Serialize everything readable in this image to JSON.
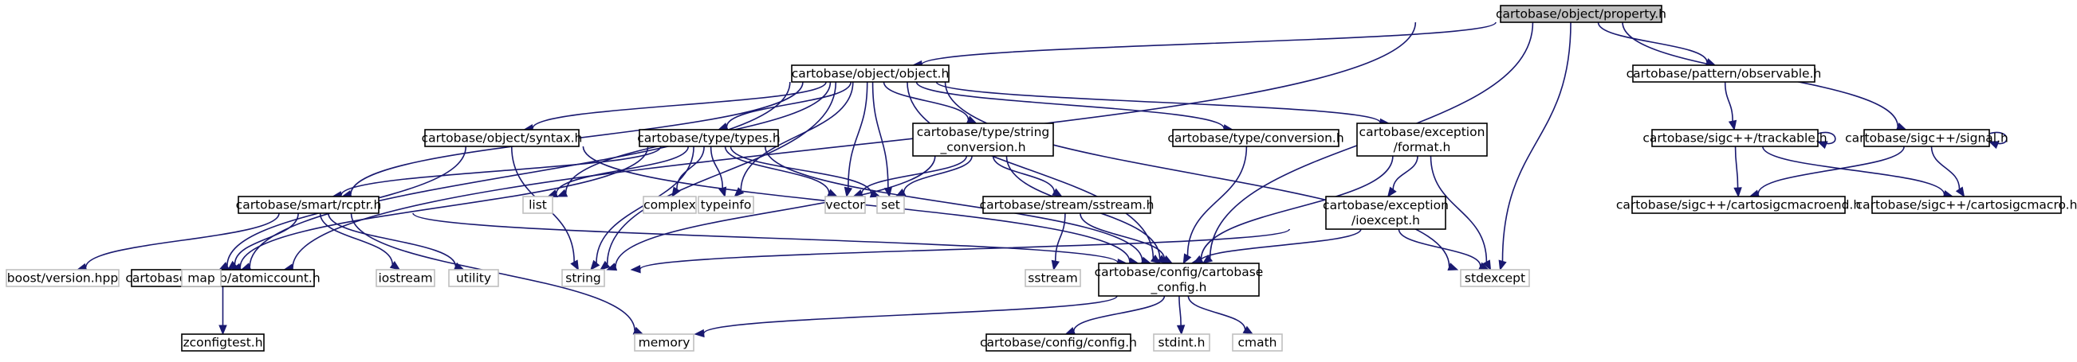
{
  "diagram": {
    "nodes": [
      {
        "id": "property",
        "lines": [
          "cartobase/object/property.h"
        ],
        "style": "root"
      },
      {
        "id": "object",
        "lines": [
          "cartobase/object/object.h"
        ],
        "style": "local"
      },
      {
        "id": "observable",
        "lines": [
          "cartobase/pattern/observable.h"
        ],
        "style": "local"
      },
      {
        "id": "trackable",
        "lines": [
          "cartobase/sigc++/trackable.h"
        ],
        "style": "local"
      },
      {
        "id": "signal",
        "lines": [
          "cartobase/sigc++/signal.h"
        ],
        "style": "local"
      },
      {
        "id": "macroend",
        "lines": [
          "cartobase/sigc++/cartosigcmacroend.h"
        ],
        "style": "local"
      },
      {
        "id": "macro",
        "lines": [
          "cartobase/sigc++/cartosigcmacro.h"
        ],
        "style": "local"
      },
      {
        "id": "syntax",
        "lines": [
          "cartobase/object/syntax.h"
        ],
        "style": "local"
      },
      {
        "id": "types",
        "lines": [
          "cartobase/type/types.h"
        ],
        "style": "local"
      },
      {
        "id": "strconv",
        "lines": [
          "cartobase/type/string",
          "_conversion.h"
        ],
        "style": "local"
      },
      {
        "id": "conversion",
        "lines": [
          "cartobase/type/conversion.h"
        ],
        "style": "local"
      },
      {
        "id": "format",
        "lines": [
          "cartobase/exception",
          "/format.h"
        ],
        "style": "local"
      },
      {
        "id": "rcptr",
        "lines": [
          "cartobase/smart/rcptr.h"
        ],
        "style": "local"
      },
      {
        "id": "sstream_h",
        "lines": [
          "cartobase/stream/sstream.h"
        ],
        "style": "local"
      },
      {
        "id": "ioexcept",
        "lines": [
          "cartobase/exception",
          "/ioexcept.h"
        ],
        "style": "local"
      },
      {
        "id": "atomic",
        "lines": [
          "cartobase/zoolib/atomiccount.h"
        ],
        "style": "local"
      },
      {
        "id": "cartocfg",
        "lines": [
          "cartobase/config/cartobase",
          "_config.h"
        ],
        "style": "local"
      },
      {
        "id": "zconfig",
        "lines": [
          "zconfigtest.h"
        ],
        "style": "local"
      },
      {
        "id": "config",
        "lines": [
          "cartobase/config/config.h"
        ],
        "style": "local"
      },
      {
        "id": "map",
        "lines": [
          "map"
        ],
        "style": "system"
      },
      {
        "id": "list",
        "lines": [
          "list"
        ],
        "style": "system"
      },
      {
        "id": "complex",
        "lines": [
          "complex"
        ],
        "style": "system"
      },
      {
        "id": "typeinfo",
        "lines": [
          "typeinfo"
        ],
        "style": "system"
      },
      {
        "id": "vector",
        "lines": [
          "vector"
        ],
        "style": "system"
      },
      {
        "id": "set",
        "lines": [
          "set"
        ],
        "style": "system"
      },
      {
        "id": "stdexcept",
        "lines": [
          "stdexcept"
        ],
        "style": "system"
      },
      {
        "id": "boost",
        "lines": [
          "boost/version.hpp"
        ],
        "style": "system"
      },
      {
        "id": "iostream",
        "lines": [
          "iostream"
        ],
        "style": "system"
      },
      {
        "id": "utility",
        "lines": [
          "utility"
        ],
        "style": "system"
      },
      {
        "id": "string",
        "lines": [
          "string"
        ],
        "style": "system"
      },
      {
        "id": "sstream",
        "lines": [
          "sstream"
        ],
        "style": "system"
      },
      {
        "id": "memory",
        "lines": [
          "memory"
        ],
        "style": "system"
      },
      {
        "id": "stdint",
        "lines": [
          "stdint.h"
        ],
        "style": "system"
      },
      {
        "id": "cmath",
        "lines": [
          "cmath"
        ],
        "style": "system"
      }
    ],
    "edges": [
      [
        "property",
        "object"
      ],
      [
        "property",
        "observable"
      ],
      [
        "property",
        "signal"
      ],
      [
        "property",
        "map"
      ],
      [
        "property",
        "cartocfg"
      ],
      [
        "property",
        "stdexcept"
      ],
      [
        "object",
        "syntax"
      ],
      [
        "object",
        "types"
      ],
      [
        "object",
        "strconv"
      ],
      [
        "object",
        "conversion"
      ],
      [
        "object",
        "format"
      ],
      [
        "object",
        "rcptr"
      ],
      [
        "object",
        "map"
      ],
      [
        "object",
        "list"
      ],
      [
        "object",
        "string"
      ],
      [
        "object",
        "typeinfo"
      ],
      [
        "object",
        "vector"
      ],
      [
        "object",
        "set"
      ],
      [
        "object",
        "cartocfg"
      ],
      [
        "object",
        "stdexcept"
      ],
      [
        "observable",
        "trackable"
      ],
      [
        "trackable",
        "trackable"
      ],
      [
        "trackable",
        "macroend"
      ],
      [
        "trackable",
        "macro"
      ],
      [
        "signal",
        "signal"
      ],
      [
        "signal",
        "macroend"
      ],
      [
        "signal",
        "macro"
      ],
      [
        "syntax",
        "map"
      ],
      [
        "syntax",
        "string"
      ],
      [
        "syntax",
        "cartocfg"
      ],
      [
        "types",
        "map"
      ],
      [
        "types",
        "rcptr"
      ],
      [
        "types",
        "list"
      ],
      [
        "types",
        "complex"
      ],
      [
        "types",
        "typeinfo"
      ],
      [
        "types",
        "vector"
      ],
      [
        "types",
        "set"
      ],
      [
        "types",
        "string"
      ],
      [
        "types",
        "cartocfg"
      ],
      [
        "strconv",
        "vector"
      ],
      [
        "strconv",
        "set"
      ],
      [
        "strconv",
        "string"
      ],
      [
        "strconv",
        "sstream_h"
      ],
      [
        "strconv",
        "cartocfg"
      ],
      [
        "conversion",
        "cartocfg"
      ],
      [
        "format",
        "ioexcept"
      ],
      [
        "format",
        "stdexcept"
      ],
      [
        "format",
        "cartocfg"
      ],
      [
        "rcptr",
        "boost"
      ],
      [
        "rcptr",
        "atomic"
      ],
      [
        "rcptr",
        "iostream"
      ],
      [
        "rcptr",
        "utility"
      ],
      [
        "rcptr",
        "memory"
      ],
      [
        "rcptr",
        "cartocfg"
      ],
      [
        "sstream_h",
        "sstream"
      ],
      [
        "sstream_h",
        "cartocfg"
      ],
      [
        "ioexcept",
        "string"
      ],
      [
        "ioexcept",
        "stdexcept"
      ],
      [
        "ioexcept",
        "cartocfg"
      ],
      [
        "atomic",
        "zconfig"
      ],
      [
        "cartocfg",
        "memory"
      ],
      [
        "cartocfg",
        "config"
      ],
      [
        "cartocfg",
        "stdint"
      ],
      [
        "cartocfg",
        "cmath"
      ]
    ]
  }
}
